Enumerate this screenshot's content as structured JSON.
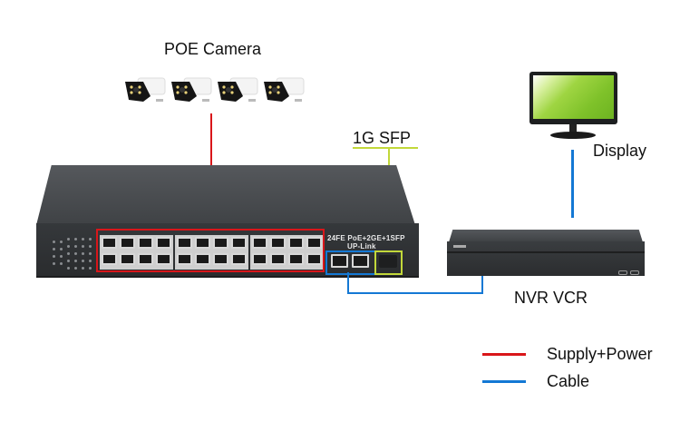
{
  "labels": {
    "poe_camera": "POE Camera",
    "sfp": "1G SFP",
    "display": "Display",
    "nvr": "NVR VCR",
    "switch_model": "24FE PoE+2GE+1SFP",
    "switch_uplink": "UP-Link"
  },
  "devices": {
    "camera_count": 4,
    "poe_port_count": 24,
    "gigabit_uplink_ports": 2,
    "sfp_ports": 1
  },
  "legend": {
    "items": [
      {
        "label": "Supply+Power",
        "color": "#d9161a"
      },
      {
        "label": "Cable",
        "color": "#1478d4"
      }
    ]
  },
  "colors": {
    "power_line": "#d9161a",
    "cable_line": "#1478d4",
    "sfp_line": "#c2d83a"
  }
}
